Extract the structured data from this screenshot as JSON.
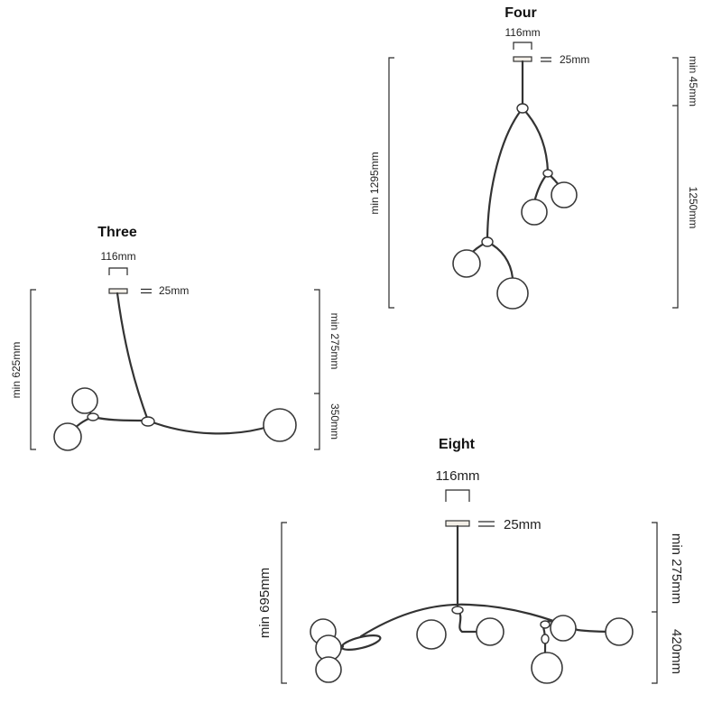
{
  "variants": {
    "three": {
      "title": "Three",
      "canopy_width": "116mm",
      "canopy_height": "25mm",
      "total_height": "min 625mm",
      "drop_height": "min 275mm",
      "body_height": "350mm"
    },
    "four": {
      "title": "Four",
      "canopy_width": "116mm",
      "canopy_height": "25mm",
      "total_height": "min 1295mm",
      "drop_height": "min 45mm",
      "body_height": "1250mm"
    },
    "eight": {
      "title": "Eight",
      "canopy_width": "116mm",
      "canopy_height": "25mm",
      "total_height": "min 695mm",
      "drop_height": "min 275mm",
      "body_height": "420mm"
    }
  }
}
